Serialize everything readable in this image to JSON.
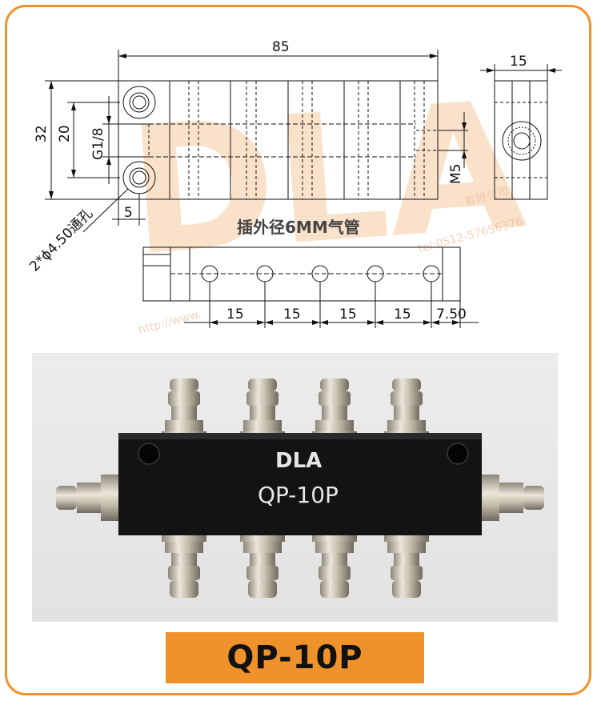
{
  "watermark": {
    "logo": "DLA",
    "phone": "tel:0512-57656376",
    "url": "http://www.",
    "company_tail": "有限公司"
  },
  "drawing": {
    "top_view": {
      "length": "85",
      "height_outer": "32",
      "height_inner": "20",
      "thread": "G1/8",
      "offset": "5",
      "hole_note": "2*ϕ4.50通孔"
    },
    "side_view": {
      "width": "15",
      "port_thread": "M5"
    },
    "note": "插外径6MM气管",
    "front_view": {
      "spacings": [
        "15",
        "15",
        "15",
        "15",
        "7.50"
      ]
    }
  },
  "photo": {
    "brand": "DLA",
    "model": "QP-10P"
  },
  "banner": {
    "model": "QP-10P"
  },
  "colors": {
    "accent": "#f0922b",
    "block": "#111111",
    "fitting": "#c9c3b5"
  }
}
